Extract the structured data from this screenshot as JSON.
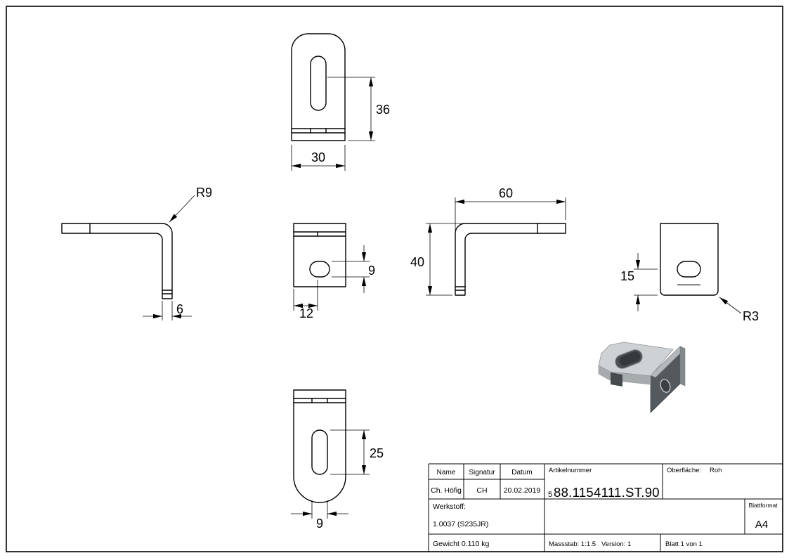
{
  "dims": {
    "front_height": "36",
    "front_width": "30",
    "left_radius": "R9",
    "left_thickness": "6",
    "plan_hole_height": "9",
    "plan_hole_offset": "12",
    "side_length": "60",
    "side_height": "40",
    "right_offset": "15",
    "right_radius": "R3",
    "bottom_slot_length": "25",
    "bottom_slot_width": "9"
  },
  "title_block": {
    "name_label": "Name",
    "signatur_label": "Signatur",
    "datum_label": "Datum",
    "artikelnummer_label": "Artikelnummer",
    "oberflaeche_label": "Oberfläche:",
    "oberflaeche_value": "Roh",
    "name_value": "Ch. Höfig",
    "signatur_value": "CH",
    "datum_value": "20.02.2019",
    "artikelnummer_prefix": "5",
    "artikelnummer_value": "88.1154111.ST.90",
    "werkstoff_label": "Werkstoff:",
    "werkstoff_value": "1.0037 (S235JR)",
    "gewicht_value": "Gewicht 0.110 kg",
    "massstab_value": "Massstab: 1:1.5",
    "version_value": "Version: 1",
    "blatt_value": "Blatt 1 von 1",
    "blattformat_label": "Blattformat",
    "blattformat_value": "A4"
  }
}
